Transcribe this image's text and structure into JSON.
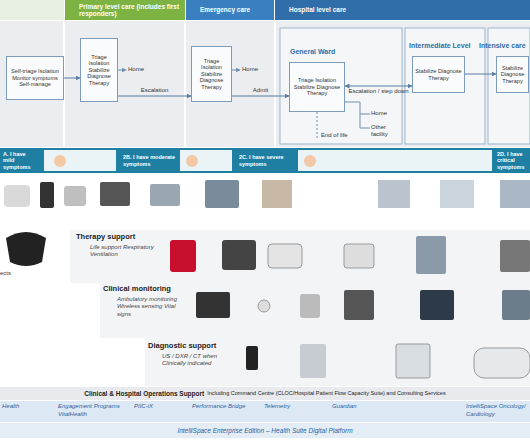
{
  "diagram": {
    "nodes": [
      {
        "text": [
          "Primary level care (includes first responders)"
        ]
      },
      {
        "text": [
          "Emergency care"
        ]
      },
      {
        "text": [
          "Hospital level care"
        ]
      },
      {
        "text": [
          "Self-triage Isolation Monitor symptoms Self-manage"
        ]
      },
      {
        "text": [
          "Triage Isolation Stabilize Diagnose Therapy"
        ]
      },
      {
        "text": [
          "Triage Isolation Stabilize Diagnose Therapy"
        ]
      },
      {
        "text": [
          "General Ward",
          "Triage Isolation Stabilize Diagnose Therapy"
        ]
      },
      {
        "text": [
          "Intermediate Level",
          "Stabilize Diagnose Therapy"
        ]
      },
      {
        "text": [
          "Intensive care",
          "Stabilize Diagnose Therapy"
        ]
      },
      {
        "text": [
          "A. I have mild symptoms"
        ]
      },
      {
        "text": [
          "2B. I have moderate symptoms"
        ]
      },
      {
        "text": [
          "2C. I have severe symptoms"
        ]
      },
      {
        "text": [
          "2D. I have critical symptoms"
        ]
      },
      {
        "text": [
          "Therapy support",
          "Life support Respiratory Ventilation"
        ]
      },
      {
        "text": [
          "Clinical monitoring",
          "Ambulatory monitoring Wireless sensing Vital signs"
        ]
      },
      {
        "text": [
          "Diagnostic support",
          "US / DXR / CT when Clinically indicated"
        ]
      },
      {
        "text": [
          "Clinical & Hospital Operations Support",
          "Including Command Centre (CLOC/Hospital Patient Flow Capacity Suite) and Consulting Services"
        ]
      },
      {
        "text": [
          "Health",
          "Engagement Programs VitalHealth",
          "PIIC-iX",
          "Performance Bridge",
          "Telemetry",
          "Guardian",
          "IntelliSpace Oncology/ Cardiology"
        ]
      },
      {
        "text": [
          "IntelliSpace Enterprise Edition – Health Suite Digital Platform"
        ]
      }
    ],
    "edges": [
      {
        "from": 3,
        "to": 4,
        "arrow": "to"
      },
      {
        "from": 4,
        "to": 5,
        "label": "Escalation",
        "arrow": "to"
      },
      {
        "from": 5,
        "to": 6,
        "label": "Admit",
        "arrow": "to"
      },
      {
        "from": 6,
        "to": 7,
        "label": "Escalation / step down",
        "arrow": "both"
      },
      {
        "from": 7,
        "to": 8,
        "arrow": "to"
      }
    ],
    "labels": [
      "Home",
      "Home",
      "Home",
      "Other facility",
      "End of life",
      "ects"
    ]
  }
}
